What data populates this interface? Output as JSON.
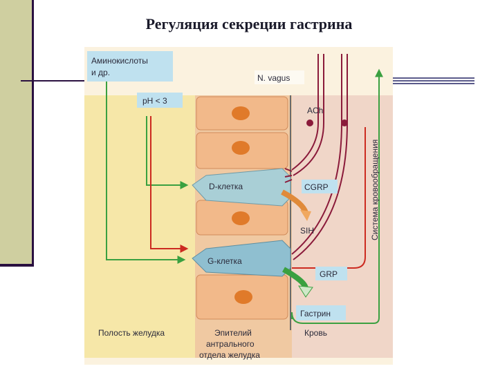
{
  "title": "Регуляция секреции гастрина",
  "diagram": {
    "amino_acids": [
      "Аминокислоты",
      "и др."
    ],
    "ph": "pH < 3",
    "vagus": "N. vagus",
    "ach": "ACh",
    "circulation": "Система кровообращения",
    "d_cell": "D-клетка",
    "cgrp": "CGRP",
    "sih": "SIH",
    "g_cell": "G-клетка",
    "grp": "GRP",
    "gastrin": "Гастрин",
    "stomach_cavity": "Полость желудка",
    "epithelium": [
      "Эпителий",
      "антрального",
      "отдела желудка"
    ],
    "blood": "Кровь"
  },
  "colors": {
    "green_arrow": "#3aa040",
    "red_arrow": "#cc2a20",
    "nerve": "#8a1a3a",
    "lumen": "#f6e7a8",
    "epithelium": "#f0c9a2",
    "blood_side": "#f0d6c8",
    "label_box": "#bfe1ef",
    "nucleus": "#e07a2a"
  }
}
